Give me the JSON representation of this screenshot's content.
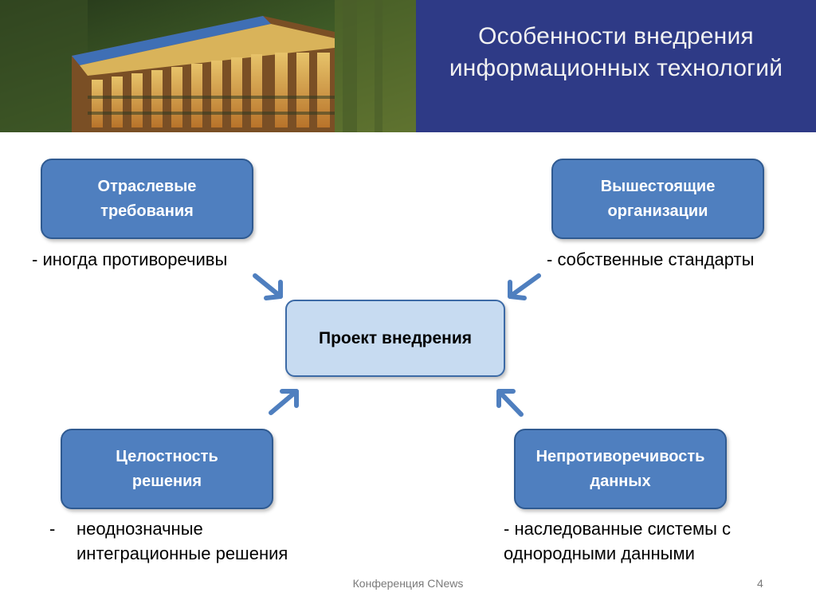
{
  "slide": {
    "title_lines": [
      "Особенности внедрения",
      "информационных технологий"
    ]
  },
  "center": {
    "label": "Проект внедрения"
  },
  "factors": [
    {
      "lines": [
        "Отраслевые",
        "требования"
      ],
      "note_lines": [
        "- иногда противоречивы"
      ]
    },
    {
      "lines": [
        "Вышестоящие",
        "организации"
      ],
      "note_lines": [
        "- собственные стандарты"
      ]
    },
    {
      "lines": [
        "Целостность",
        "решения"
      ],
      "note_dash": "-",
      "note_lines": [
        "неоднозначные",
        "интеграционные решения"
      ]
    },
    {
      "lines": [
        "Непротиворечивость",
        "данных"
      ],
      "note_lines": [
        "- наследованные системы с",
        "однородными данными"
      ]
    }
  ],
  "footer": {
    "text": "Конференция CNews",
    "page": "4"
  },
  "colors": {
    "title_bg": "#2e3a86",
    "box_fill": "#4f7fbf",
    "center_fill": "#c7dbf1",
    "arrow": "#4f7fbf"
  }
}
